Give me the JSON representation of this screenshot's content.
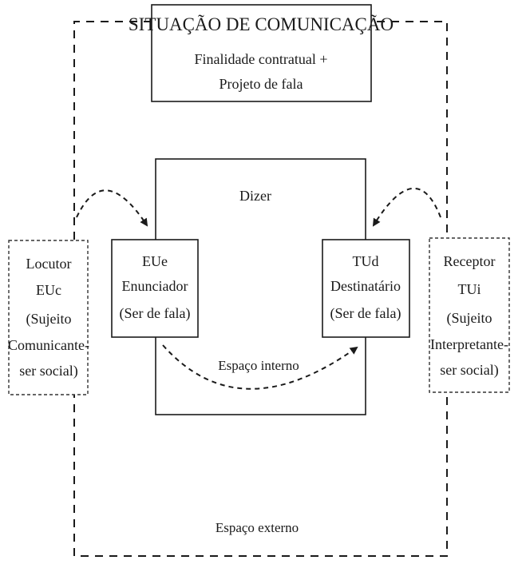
{
  "situation": {
    "title": "SITUAÇÃO DE COMUNICAÇÃO",
    "subtitle_line1": "Finalidade contratual +",
    "subtitle_line2": "Projeto de fala"
  },
  "inner": {
    "label_top": "Dizer",
    "label_space": "Espaço interno"
  },
  "outer": {
    "label_space": "Espaço externo"
  },
  "eue": {
    "line1": "EUe",
    "line2": "Enunciador",
    "line3": "(Ser de fala)"
  },
  "tud": {
    "line1": "TUd",
    "line2": "Destinatário",
    "line3": "(Ser de fala)"
  },
  "locutor": {
    "line1": "Locutor",
    "line2": "EUc",
    "line3": "(Sujeito",
    "line4": "Comunicante-",
    "line5": "ser social)"
  },
  "receptor": {
    "line1": "Receptor",
    "line2": "TUi",
    "line3": "(Sujeito",
    "line4": "Interpretante-",
    "line5": "ser social)"
  }
}
